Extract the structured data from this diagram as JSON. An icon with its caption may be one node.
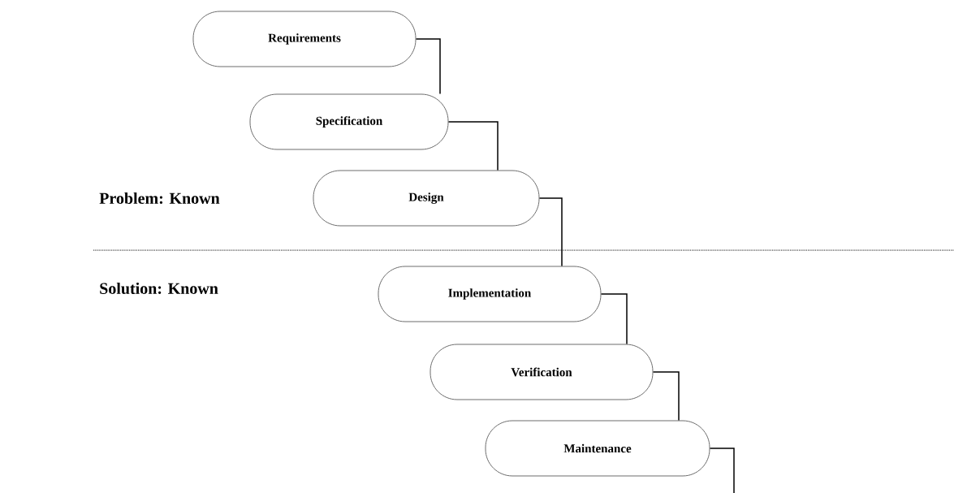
{
  "diagram": {
    "nodes": [
      {
        "text": [
          "Requirements"
        ]
      },
      {
        "text": [
          "Specification"
        ]
      },
      {
        "text": [
          "Design"
        ]
      },
      {
        "text": [
          "Implementation"
        ]
      },
      {
        "text": [
          "Verification"
        ]
      },
      {
        "text": [
          "Maintenance"
        ]
      }
    ],
    "edges": [
      {
        "from": 0,
        "to": 1,
        "arrow": "none"
      },
      {
        "from": 1,
        "to": 2,
        "arrow": "none"
      },
      {
        "from": 2,
        "to": 3,
        "arrow": "none"
      },
      {
        "from": 3,
        "to": 4,
        "arrow": "none"
      },
      {
        "from": 4,
        "to": 5,
        "arrow": "none"
      },
      {
        "from": 5,
        "to": null,
        "arrow": "none"
      }
    ],
    "labels": [
      "Problem: Known",
      "Solution: Known"
    ]
  }
}
